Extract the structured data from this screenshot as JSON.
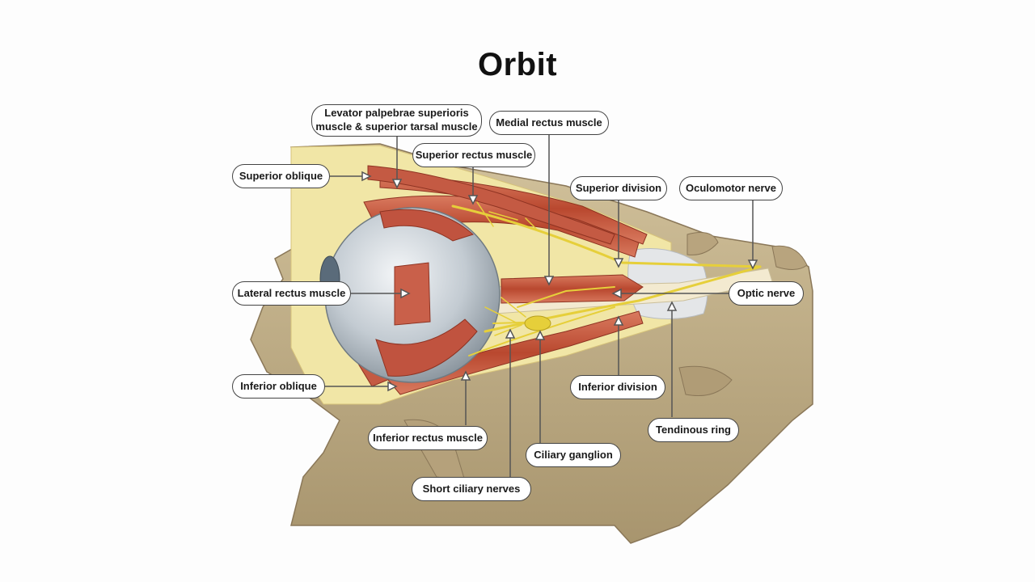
{
  "title": "Orbit",
  "labels": {
    "levator_line1": "Levator palpebrae superioris",
    "levator_line2": "muscle & superior tarsal muscle",
    "medial_rectus": "Medial rectus muscle",
    "superior_rectus": "Superior rectus muscle",
    "superior_oblique": "Superior oblique",
    "superior_division": "Superior division",
    "oculomotor_nerve": "Oculomotor nerve",
    "lateral_rectus": "Lateral rectus muscle",
    "optic_nerve": "Optic nerve",
    "inferior_oblique": "Inferior oblique",
    "inferior_division": "Inferior division",
    "tendinous_ring": "Tendinous ring",
    "inferior_rectus": "Inferior rectus muscle",
    "ciliary_ganglion": "Ciliary ganglion",
    "short_ciliary_nerves": "Short ciliary nerves"
  },
  "colors": {
    "bone": "#c7b58f",
    "bone_dark": "#9c8966",
    "fat": "#f1e6a6",
    "muscle": "#c0533f",
    "muscle_light": "#e08a6c",
    "eyeball": "#b9c4cc",
    "nerve": "#e6cf3a",
    "optic_nerve": "#f3ead0",
    "tendon": "#e4e6e8"
  }
}
